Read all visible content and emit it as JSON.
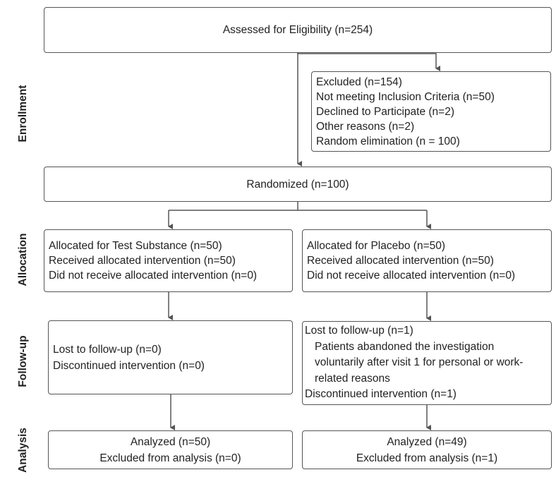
{
  "stages": {
    "enrollment": "Enrollment",
    "allocation": "Allocation",
    "followup": "Follow-up",
    "analysis": "Analysis"
  },
  "assessed": "Assessed for Eligibility (n=254)",
  "excluded": [
    "Excluded (n=154)",
    "Not meeting Inclusion Criteria (n=50)",
    "Declined to Participate (n=2)",
    "Other reasons (n=2)",
    "Random elimination (n = 100)"
  ],
  "randomized": "Randomized (n=100)",
  "alloc_test": [
    "Allocated for Test Substance (n=50)",
    "Received allocated intervention (n=50)",
    "Did not receive allocated intervention (n=0)"
  ],
  "alloc_placebo": [
    "Allocated for Placebo (n=50)",
    "Received allocated intervention (n=50)",
    "Did not receive allocated intervention (n=0)"
  ],
  "followup_test": [
    "Lost to follow-up (n=0)",
    "Discontinued intervention (n=0)"
  ],
  "followup_placebo": {
    "lost": "Lost to follow-up (n=1)",
    "reason": "Patients abandoned the investigation voluntarily after visit 1 for personal or work-related reasons",
    "discontinued": "Discontinued intervention (n=1)"
  },
  "analysis_test": [
    "Analyzed (n=50)",
    "Excluded from analysis (n=0)"
  ],
  "analysis_placebo": [
    "Analyzed (n=49)",
    "Excluded from analysis (n=1)"
  ]
}
